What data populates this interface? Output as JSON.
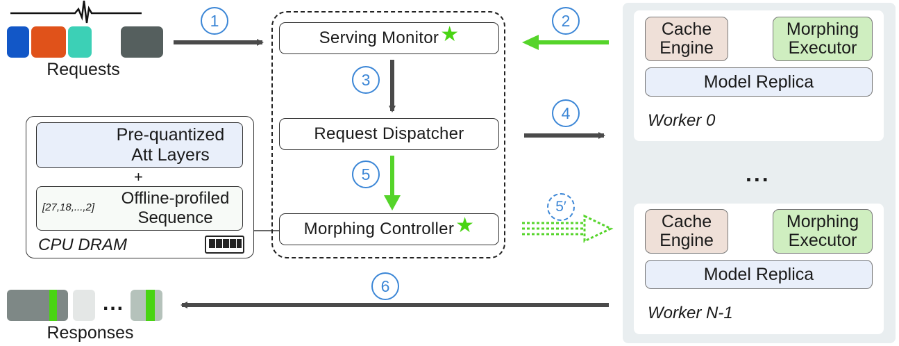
{
  "requests": {
    "label": "Requests"
  },
  "responses": {
    "label": "Responses",
    "ellipsis": "..."
  },
  "controller": {
    "serving_monitor": "Serving Monitor",
    "request_dispatcher": "Request Dispatcher",
    "morphing_controller": "Morphing Controller",
    "star_symbol": "★"
  },
  "cpu_dram": {
    "label": "CPU DRAM",
    "prequant_line1": "Pre-quantized",
    "prequant_line2": "Att Layers",
    "plus": "+",
    "sequence_example": "[27,18,...,2]",
    "offline_line1": "Offline-profiled",
    "offline_line2": "Sequence"
  },
  "workers": {
    "top": {
      "cache_line1": "Cache",
      "cache_line2": "Engine",
      "morph_line1": "Morphing",
      "morph_line2": "Executor",
      "replica": "Model Replica",
      "name": "Worker 0"
    },
    "ellipsis": "...",
    "bottom": {
      "cache_line1": "Cache",
      "cache_line2": "Engine",
      "morph_line1": "Morphing",
      "morph_line2": "Executor",
      "replica": "Model Replica",
      "name": "Worker N-1"
    }
  },
  "steps": [
    "1",
    "2",
    "3",
    "4",
    "5",
    "5′",
    "6"
  ],
  "colors": {
    "arrow_dark": "#4a4a4a",
    "arrow_green": "#55d42a",
    "step_blue": "#3b86d6",
    "request_blue": "#1257c7",
    "request_orange": "#e0521a",
    "request_teal": "#3cd0b6",
    "request_gray": "#555f5e",
    "cache_fill": "#efe0d8",
    "morph_fill": "#cfeec0",
    "replica_fill": "#e9effa",
    "worker_bg": "#e9eef0"
  }
}
